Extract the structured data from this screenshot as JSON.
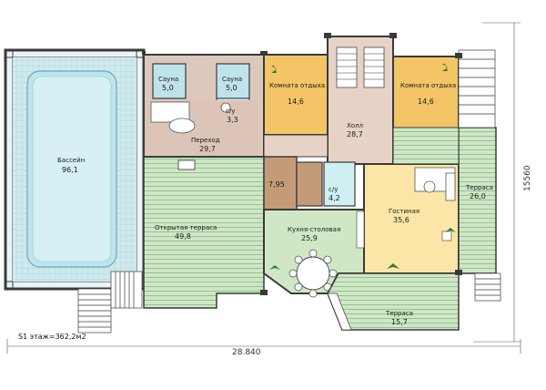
{
  "plan": {
    "total_area": "S1 этаж=362,2м2",
    "dim_width": "28.840",
    "dim_height": "15560",
    "rooms": {
      "pool": {
        "name": "Бассейн",
        "area": "96,1"
      },
      "sauna1": {
        "name": "Сауна",
        "area": "5,0"
      },
      "sauna2": {
        "name": "Сауна",
        "area": "5,0"
      },
      "wc1": {
        "name": "с/у",
        "area": "3,3"
      },
      "passage": {
        "name": "Переход",
        "area": "29,7"
      },
      "rest1": {
        "name": "Комната отдыха",
        "area": "14,6"
      },
      "hall": {
        "name": "Холл",
        "area": "28,7"
      },
      "rest2": {
        "name": "Комната отдыха",
        "area": "14,6"
      },
      "storage": {
        "name": "",
        "area": "7,95"
      },
      "wc2": {
        "name": "с/у",
        "area": "4,2"
      },
      "kitchen": {
        "name": "Кухня-столовая",
        "area": "25,9"
      },
      "living": {
        "name": "Гостиная",
        "area": "35,6"
      },
      "open_terrace": {
        "name": "Открытая терраса",
        "area": "49,8"
      },
      "terrace_right": {
        "name": "Терраса",
        "area": "26,0"
      },
      "terrace_bottom": {
        "name": "Терраса",
        "area": "15,7"
      }
    }
  },
  "colors": {
    "pool_water": "#c6e8ee",
    "pool_edge": "#9fd3dc",
    "sauna": "#bfe3ea",
    "warm": "#f2c76a",
    "stone": "#d8c3b4",
    "brown": "#c39a78",
    "living": "#fbe6a7",
    "terrace": "#cfe7c5",
    "terrace_line": "#7fb07f",
    "wall": "#3a3a3a"
  }
}
